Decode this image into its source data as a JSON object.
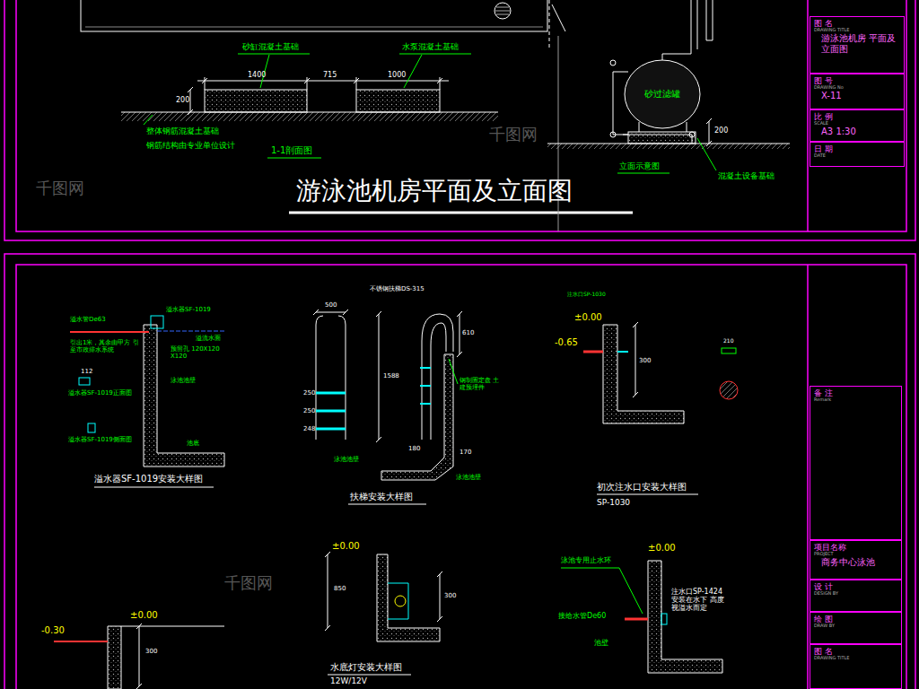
{
  "diagram": {
    "title": "游泳池机房平面及立面图",
    "nodes": [
      {
        "text": [
          "图 名",
          "DRAWING TITLE",
          "游泳池机房 平面及立面图"
        ]
      },
      {
        "text": [
          "图 号",
          "DRAWING No",
          "X-11"
        ]
      },
      {
        "text": [
          "比 例",
          "SCALE",
          "A3 1:30"
        ]
      },
      {
        "text": [
          "日 期",
          "DATE"
        ]
      },
      {
        "text": [
          "备 注",
          "Remark"
        ]
      },
      {
        "text": [
          "项目名称",
          "PROJECT",
          "商务中心泳池"
        ]
      },
      {
        "text": [
          "设 计",
          "DESIGN BY"
        ]
      },
      {
        "text": [
          "绘 图",
          "DRAW BY"
        ]
      },
      {
        "text": [
          "图 名",
          "DRAWING TITLE"
        ]
      }
    ],
    "labels": [
      "砂缸混凝土基础",
      "水泵混凝土基础",
      "1400",
      "715",
      "1000",
      "200",
      "整体钢筋混凝土基础",
      "钢筋结构由专业单位设计",
      "1-1剖面图",
      "砂过滤罐",
      "200",
      "立面示意图",
      "混凝土设备基础",
      "溢水管De63",
      "溢水器SF-1019",
      "溢流水面",
      "引出1米，其余由甲方 引至市政排水系统",
      "预留孔 120X120X120",
      "112",
      "溢水器SF-1019正面图",
      "泳池池壁",
      "池底",
      "溢水器SF-1019侧面图",
      "溢水器SF-1019安装大样图",
      "不锈钢扶梯DS-315",
      "500",
      "610",
      "1588",
      "250",
      "250",
      "248",
      "180",
      "170",
      "钢制固定盘 土建预埋件",
      "泳池池壁",
      "泳池池壁",
      "扶梯安装大样图",
      "注水口SP-1030",
      "±0.00",
      "-0.65",
      "300",
      "初次注水口安装大样图",
      "SP-1030",
      "210",
      "±0.00",
      "850",
      "300",
      "水底灯安装大样图",
      "12W/12V",
      "泳池专用止水环",
      "±0.00",
      "接给水管De60",
      "注水口SP-1424 安装在水下 高度视溢水而定",
      "池壁",
      "-0.30",
      "±0.00",
      "300",
      "千图网",
      "千图网",
      "千图网"
    ]
  }
}
